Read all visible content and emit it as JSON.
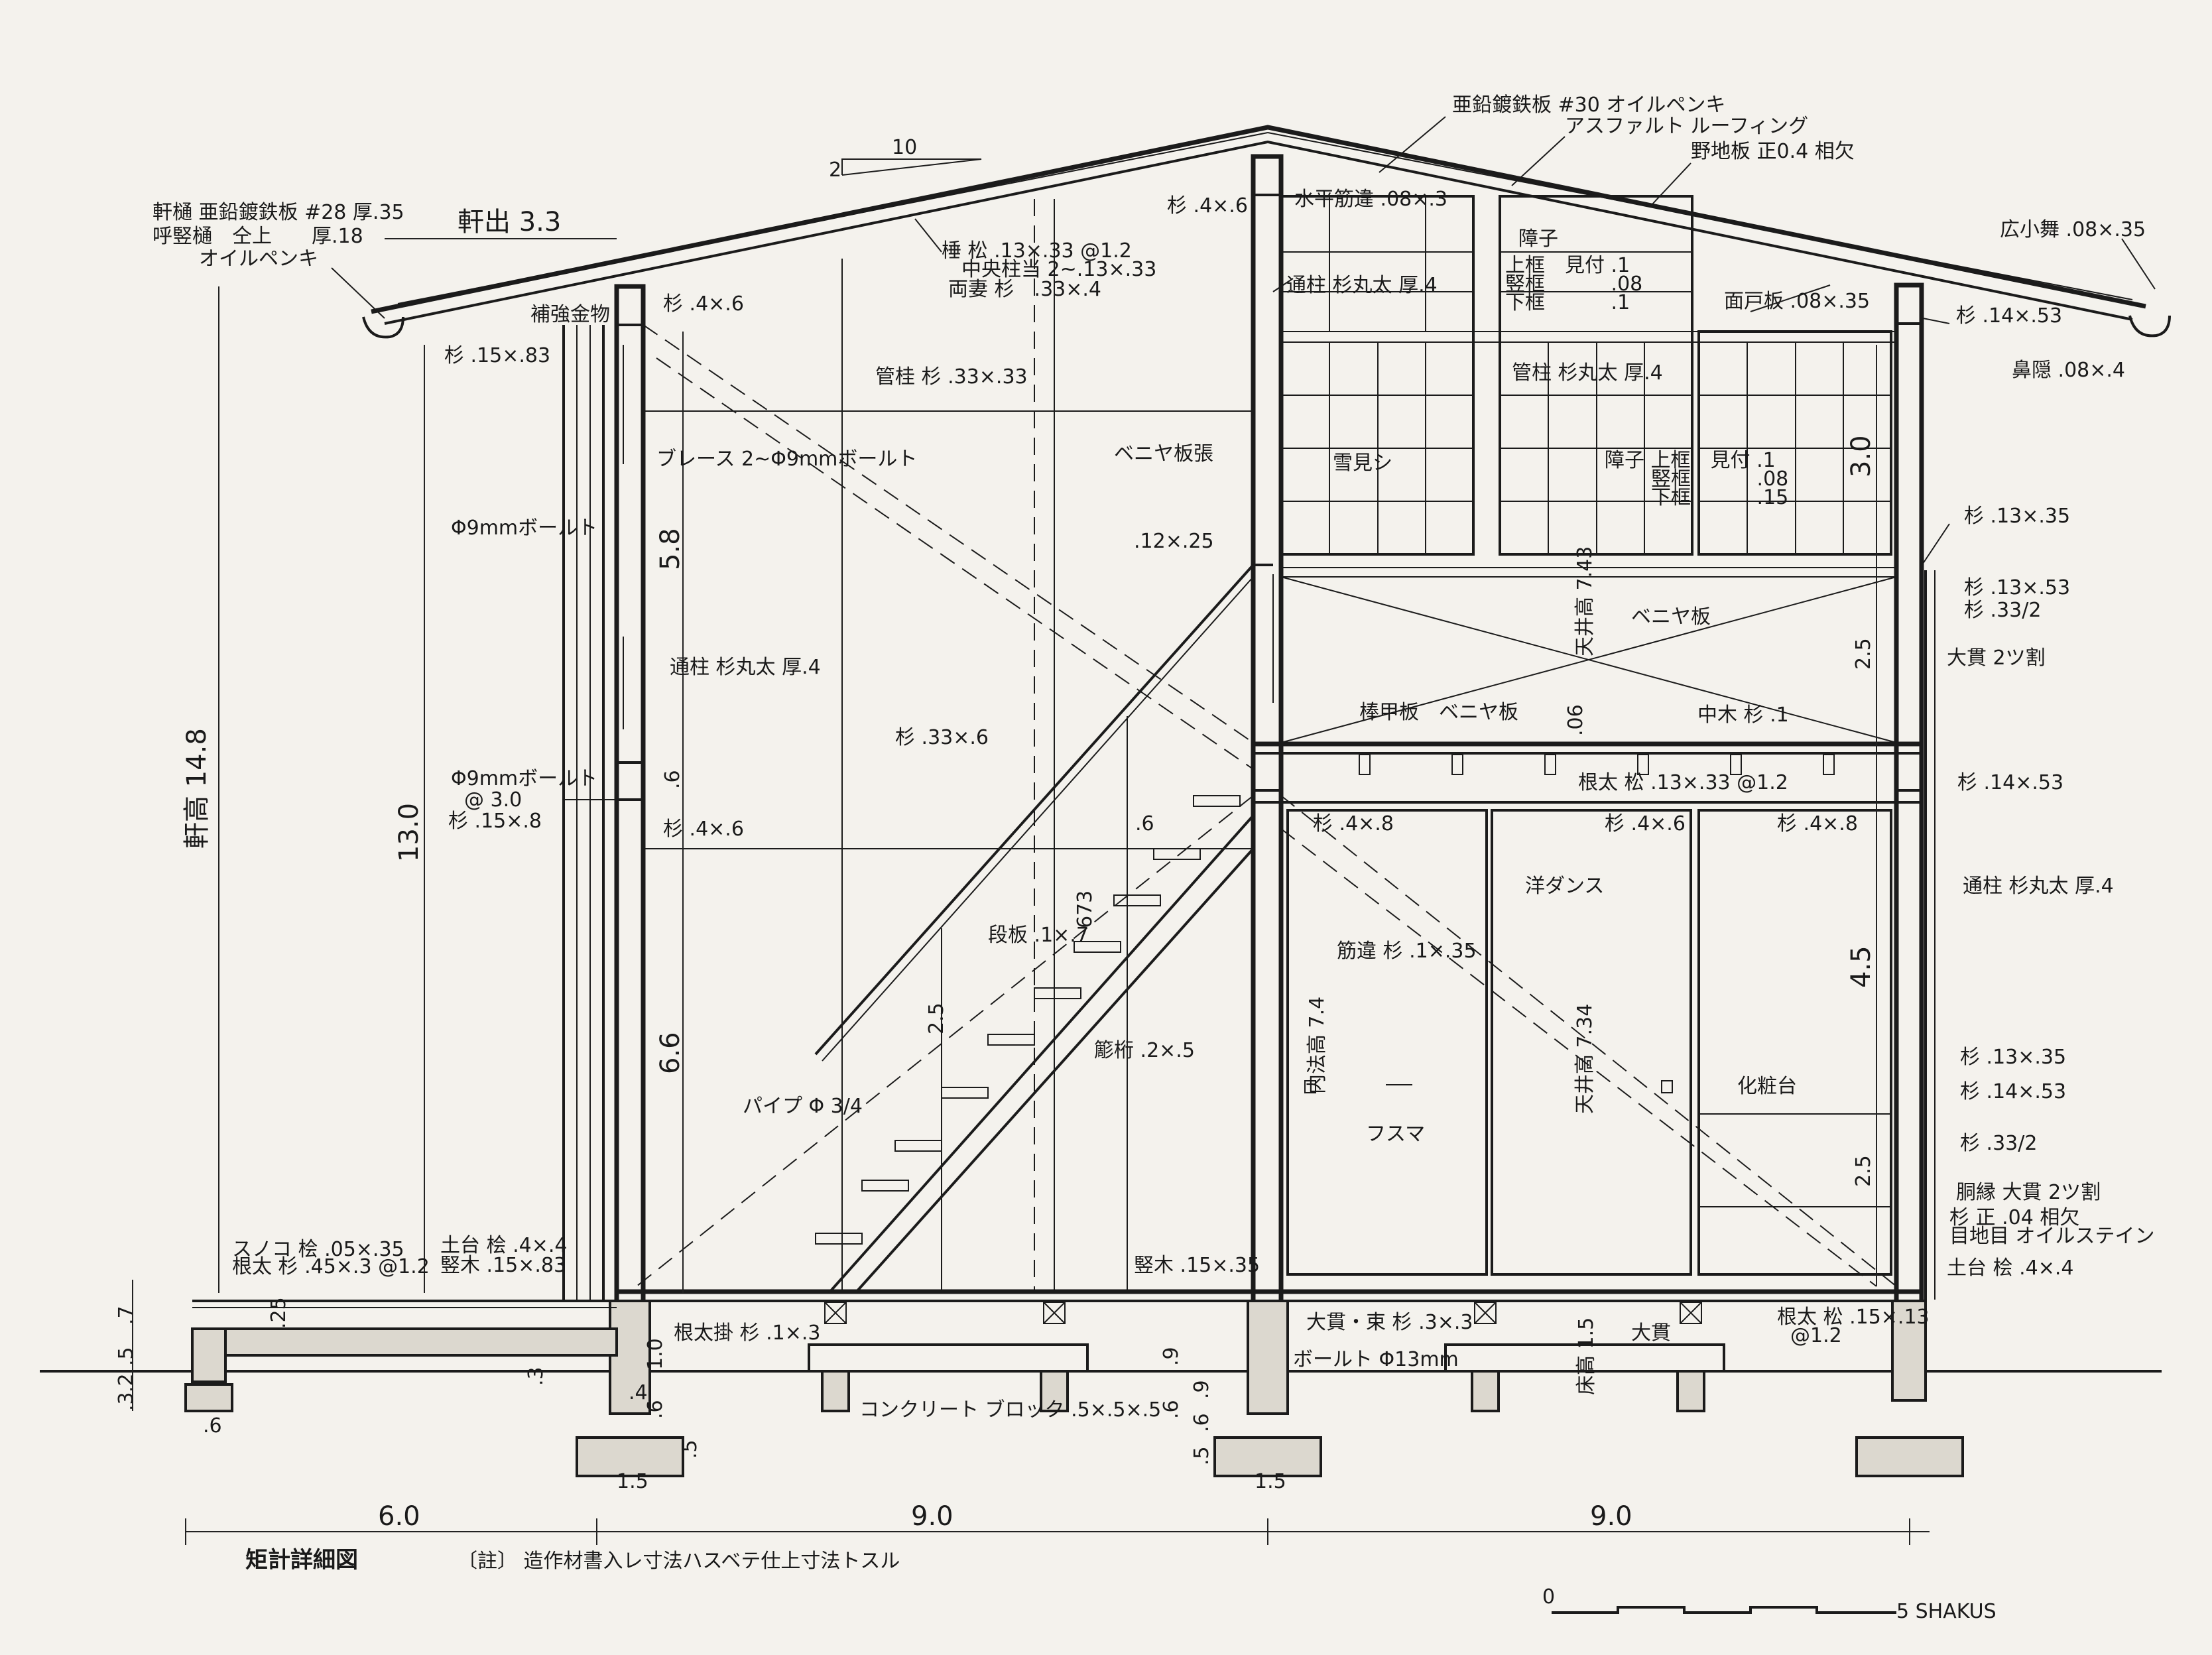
{
  "drawing": {
    "title": "矩計詳細図",
    "note": "〔註〕 造作材書入レ寸法ハスベテ仕上寸法トスル",
    "scale_text": "5 SHAKUS",
    "scale_zero": "0",
    "slope_rise": "2",
    "slope_run": "10"
  },
  "dimensions": {
    "eave_out": "軒出 3.3",
    "eave_height": "軒高 14.8",
    "h_13": "13.0",
    "h_58": "5.8",
    "h_66": "6.6",
    "h_6": ".6",
    "h_30": "3.0",
    "h_25a": "2.5",
    "h_45": "4.5",
    "h_25b": "2.5",
    "h_25c": "2.5",
    "h_06": ".06",
    "h_673": "673",
    "h_6s": ".6",
    "stair_9": ".9",
    "stair_6": ".6",
    "f_7": ".7",
    "f_5": ".5",
    "f_2": ".2",
    "f_3": ".3",
    "f_10": "1.0",
    "f_4": ".4",
    "f_6b": ".6",
    "f_5b": ".5",
    "f_25": ".25",
    "f_3b": ".3",
    "f_15": "1.5",
    "f_6": ".6",
    "c_9": ".9",
    "c_6": ".6",
    "c_5": ".5",
    "c_15": "1.5",
    "w_60": "6.0",
    "w_90a": "9.0",
    "w_90b": "9.0",
    "ceil_743": "天井高 7.43",
    "ceil_734": "天井高 7.34",
    "ceil_74": "内法高 7.4",
    "floor_15": "床高 1.5"
  },
  "labels": {
    "roof1": "亜鉛鍍鉄板 #30 オイルペンキ",
    "roof2": "アスファルト ルーフィング",
    "roof3": "野地板 正0.4 相欠",
    "gutter1": "軒樋 亜鉛鍍鉄板 #28 厚.35",
    "gutter2": "呼竪樋　仝上　　厚.18",
    "gutter3": "オイルペンキ",
    "reinforce": "補強金物",
    "sugi46a": "杉 .4×.6",
    "sugi1583": "杉 .15×.83",
    "rafter1": "棰 松 .13×.33 @1.2",
    "rafter2": "中央柱当 2~.13×.33",
    "rafter3": "両妻 杉　.33×.4",
    "sugi46b": "杉 .4×.6",
    "purlin": "管桂 杉 .33×.33",
    "brace": "ブレース 2~Φ9mmボールト",
    "veneer1": "ベニヤ板張",
    "bolt9": "Φ9mmボールト",
    "post1": "通柱 杉丸太 厚.4",
    "sugi336": "杉 .33×.6",
    "bolt9b": "Φ9mmボールト",
    "at30": "@ 3.0",
    "sugi158": "杉 .15×.8",
    "sugi46c": "杉 .4×.6",
    "sugi1225": ".12×.25",
    "step1": "段板 .1×.7",
    "stringer": "簓桁 .2×.5",
    "pipe": "パイプ Φ 3/4",
    "suko": "スノコ 桧 .05×.35",
    "joist1": "根太 杉 .45×.3 @1.2",
    "sill1": "土台 桧 .4×.4",
    "sill2": "竪木 .15×.83",
    "joistr": "根太掛 杉 .1×.3",
    "block": "コンクリート ブロック .5×.5×.5",
    "gable1": "水平筋違 .08×.3",
    "gable2": "通柱 杉丸太 厚.4",
    "shoji1": "障子",
    "shoji2": "上框　見付 .1",
    "shoji3": "竪框　　　 .08",
    "shoji4": "下框　　　 .1",
    "toboard": "面戸板 .08×.35",
    "bargeb": "広小舞 .08×.35",
    "sugi1453": "杉 .14×.53",
    "hanakaku": "鼻隠 .08×.4",
    "post2": "管柱 杉丸太 厚.4",
    "snow": "雪見シ",
    "shoji5": "障子 上框　見付 .1",
    "shoji6": "竪框　　　 .08",
    "shoji7": "下框　　　 .15",
    "sugi1335": "杉 .13×.35",
    "sugi1353": "杉 .13×.53",
    "sugi332": "杉 .33/2",
    "veneer2": "ベニヤ板",
    "nuki1": "大貫 2ツ割",
    "floor1": "棒甲板",
    "floor2": "ベニヤ板",
    "chu": "中木 杉 .1",
    "joist2": "根太 松 .13×.33 @1.2",
    "sugi1453b": "杉 .14×.53",
    "sugi48a": "杉 .4×.8",
    "sugi46d": "杉 .4×.6",
    "sugi48b": "杉 .4×.8",
    "wardrobe": "洋ダンス",
    "post3": "通柱 杉丸太 厚.4",
    "brace2": "筋違 杉 .1×.35",
    "fusuma": "フスマ",
    "vanity": "化粧台",
    "sugi1335b": "杉 .13×.35",
    "sugi1453c": "杉 .14×.53",
    "sugi332b": "杉 .33/2",
    "nuki2": "胴縁 大貫 2ツ割",
    "sugi04": "杉 正 .04 相欠",
    "paint": "目地目 オイルステイン",
    "sill3": "土台 桧 .4×.4",
    "post4": "竪木 .15×.35",
    "nuki3": "大貫・束 杉 .3×.3",
    "nuki4": "大貫",
    "bolt13": "ボールト Φ13mm",
    "joist3": "根太 松 .15×.13",
    "at12": "@1.2"
  }
}
